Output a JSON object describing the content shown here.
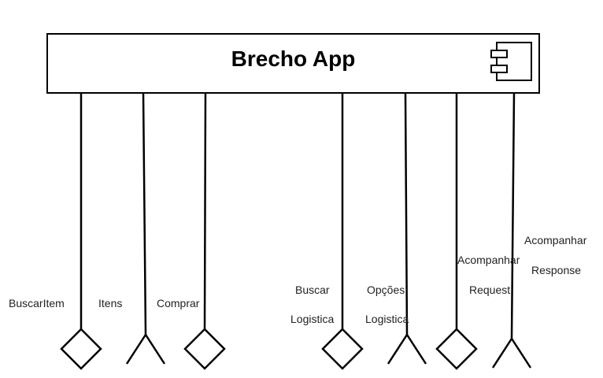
{
  "component": {
    "title": "Brecho App",
    "icon": "uml-component-icon"
  },
  "ports": [
    {
      "kind": "provided",
      "label_lines": [
        "BuscarItem"
      ]
    },
    {
      "kind": "required",
      "label_lines": [
        "Itens"
      ]
    },
    {
      "kind": "provided",
      "label_lines": [
        "Comprar"
      ]
    },
    {
      "kind": "provided",
      "label_lines": [
        "Buscar",
        "Logistica"
      ]
    },
    {
      "kind": "required",
      "label_lines": [
        "Opções",
        "Logistica"
      ]
    },
    {
      "kind": "provided",
      "label_lines": [
        "Acompanhar",
        "Request"
      ]
    },
    {
      "kind": "required",
      "label_lines": [
        "Acompanhar",
        "Response"
      ]
    }
  ],
  "colors": {
    "stroke": "#000000",
    "text": "#222222"
  }
}
